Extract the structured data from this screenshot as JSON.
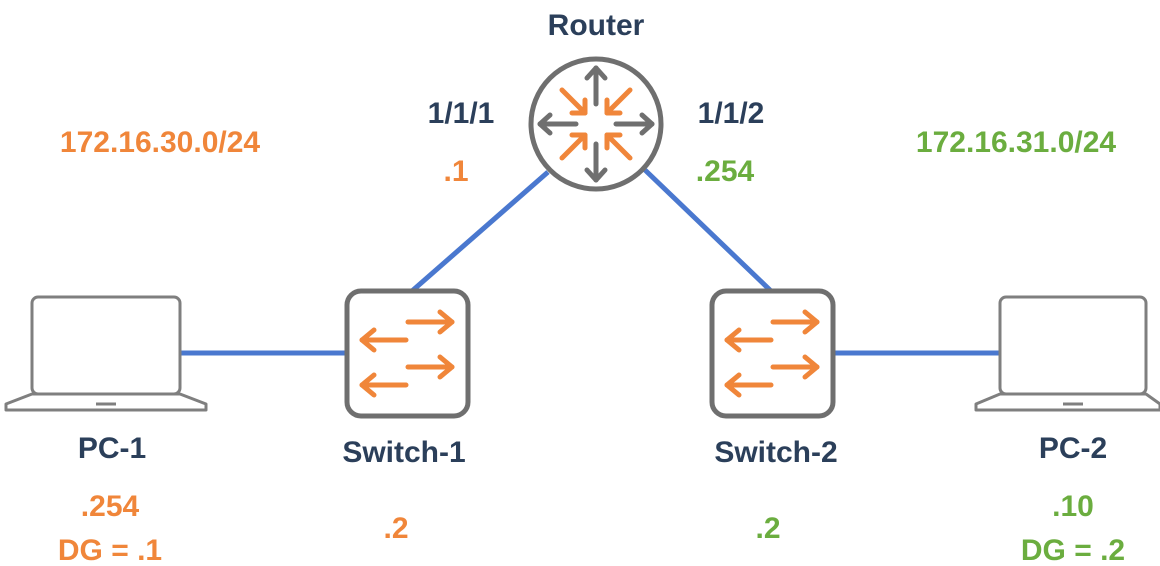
{
  "colors": {
    "dark": "#2b3f5a",
    "orange": "#f0863a",
    "green": "#6bad3f",
    "link": "#4a78cf",
    "device_stroke": "#7f7f7f",
    "arrow_gray": "#6f6f6f"
  },
  "router": {
    "name": "Router",
    "icon": "router-icon",
    "port_left": "1/1/1",
    "port_left_ip": ".1",
    "port_right": "1/1/2",
    "port_right_ip": ".254"
  },
  "subnets": {
    "left": "172.16.30.0/24",
    "right": "172.16.31.0/24"
  },
  "pc1": {
    "name": "PC-1",
    "icon": "laptop-icon",
    "ip": ".254",
    "gateway": "DG = .1"
  },
  "switch1": {
    "name": "Switch-1",
    "icon": "switch-icon",
    "ip": ".2"
  },
  "switch2": {
    "name": "Switch-2",
    "icon": "switch-icon",
    "ip": ".2"
  },
  "pc2": {
    "name": "PC-2",
    "icon": "laptop-icon",
    "ip": ".10",
    "gateway": "DG = .2"
  }
}
